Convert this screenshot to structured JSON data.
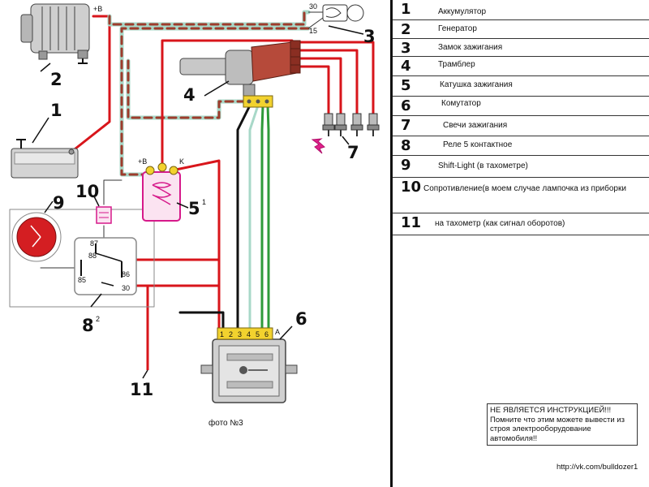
{
  "legend": [
    {
      "number": "1",
      "text": "Аккумулятор"
    },
    {
      "number": "2",
      "text": "Генератор"
    },
    {
      "number": "3",
      "text": "Замок зажигания"
    },
    {
      "number": "4",
      "text": "Трамблер"
    },
    {
      "number": "5",
      "text": "Катушка зажигания"
    },
    {
      "number": "6",
      "text": "Комутатор"
    },
    {
      "number": "7",
      "text": "Свечи зажигания"
    },
    {
      "number": "8",
      "text": "Реле 5 контактное"
    },
    {
      "number": "9",
      "text": "Shift-Light (в тахометре)"
    },
    {
      "number": "10",
      "text": "Сопротивление(в моем случае лампочка из приборки"
    },
    {
      "number": "11",
      "text": "на тахометр (как сигнал оборотов)"
    }
  ],
  "diagram": {
    "callouts": {
      "c1": "1",
      "c2": "2",
      "c3": "3",
      "c4": "4",
      "c5": "5",
      "c5_sup": "1",
      "c6": "6",
      "c7": "7",
      "c8": "8",
      "c8_sup": "2",
      "c9": "9",
      "c10": "10",
      "c11": "11"
    },
    "labels": {
      "plus_b_generator": "+B",
      "plus_b_coil": "+B",
      "coil_k": "K",
      "switch_30": "30",
      "switch_15": "15",
      "relay_87": "87",
      "relay_88": "88",
      "relay_85": "85",
      "relay_86": "86",
      "relay_30": "30",
      "commutator_pins": [
        "1",
        "2",
        "3",
        "4",
        "5",
        "6"
      ],
      "commutator_a": "A"
    },
    "photo_caption": "фото №3"
  },
  "warning": {
    "line1": "НЕ ЯВЛЯЕТСЯ ИНСТРУКЦИЕЙ!!!",
    "line2": "Помните что этим можете вывести из строя электрооборудование автомобиля!!"
  },
  "footer_url": "http://vk.com/bulldozer1",
  "colors": {
    "wire_red": "#d8151b",
    "wire_dash": "#9e3b2c",
    "wire_mint": "#a8d8c8",
    "wire_green": "#2e9a3a",
    "wire_black": "#111111",
    "coil_magenta": "#d6198a",
    "lamp_red": "#d41e22",
    "connector_yellow": "#f2d22e",
    "distributor_cap": "#b64a3a"
  }
}
